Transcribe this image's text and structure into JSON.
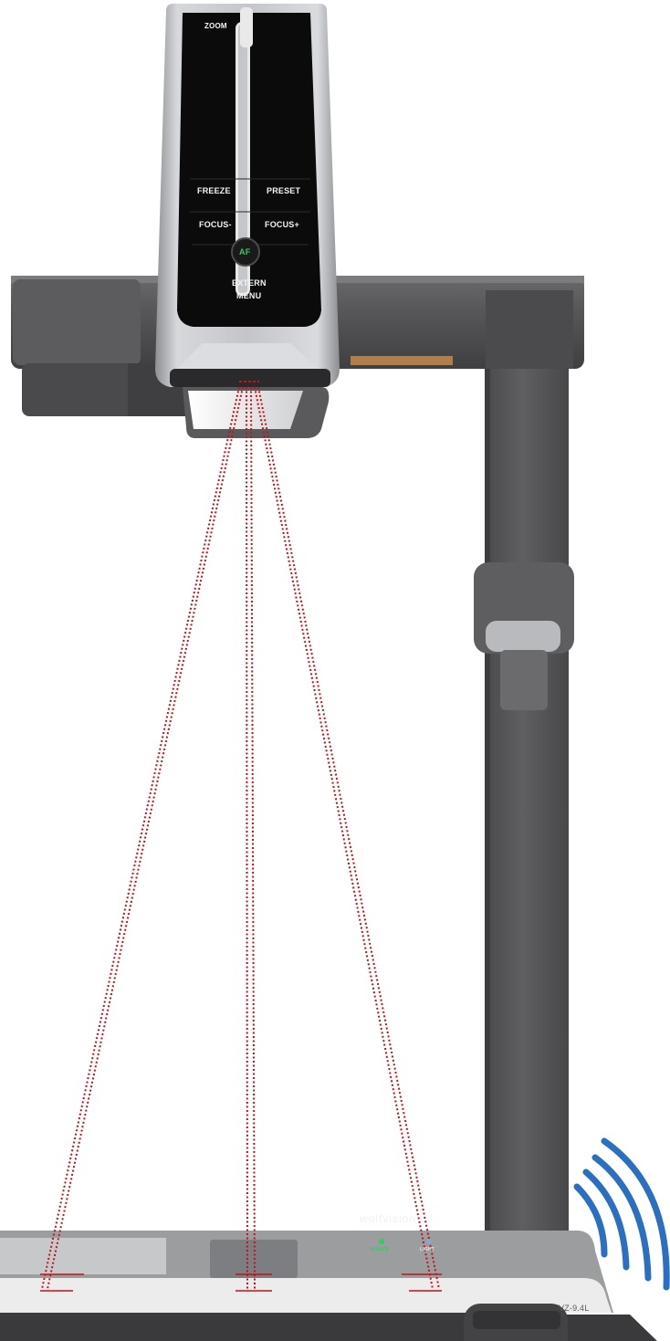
{
  "camera_head": {
    "zoom_label": "ZOOM",
    "buttons": {
      "freeze": "FREEZE",
      "preset": "PRESET",
      "focus_minus": "FOCUS-",
      "focus_plus": "FOCUS+",
      "af": "AF",
      "extern": "EXTERN",
      "menu": "MENU"
    }
  },
  "base": {
    "brand": "wolfvision",
    "power_label": "POWER",
    "light_label": "LIGHT",
    "model": "VZ-9.4L"
  },
  "colors": {
    "beam": "#c0131a",
    "body_dark": "#4f4f51",
    "panel_black": "#0b0b0c",
    "silver": "#bdbfc2",
    "power_led": "#2ecf5f",
    "wireless": "#2a6fc0"
  }
}
